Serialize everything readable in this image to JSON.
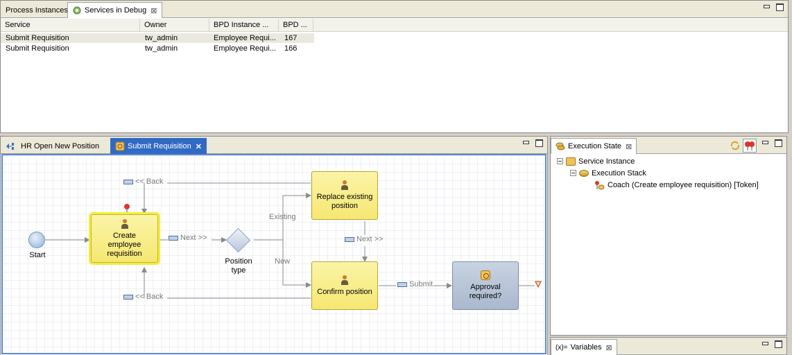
{
  "top_panel": {
    "tabs": [
      {
        "label": "Process Instances"
      },
      {
        "label": "Services in Debug",
        "close": "⊠"
      }
    ],
    "columns": [
      "Service",
      "Owner",
      "BPD Instance ...",
      "BPD ..."
    ],
    "rows": [
      [
        "Submit Requisition",
        "tw_admin",
        "Employee Requi...",
        "167"
      ],
      [
        "Submit Requisition",
        "tw_admin",
        "Employee Requi...",
        "166"
      ]
    ]
  },
  "editor": {
    "tabs": [
      {
        "label": "HR Open New Position"
      },
      {
        "label": "Submit Requisition",
        "close": "✕"
      }
    ],
    "nodes": {
      "start": "Start",
      "create": "Create employee requisition",
      "gateway": "Position type",
      "replace": "Replace existing position",
      "confirm": "Confirm position",
      "approval": "Approval required?"
    },
    "flows": {
      "back_top": "<< Back",
      "back_bottom": "<< Back",
      "next_1": "Next >>",
      "next_2": "Next >>",
      "existing": "Existing",
      "new": "New",
      "submit": "Submit"
    }
  },
  "execution_state": {
    "tab": "Execution State",
    "close": "⊠",
    "tree": {
      "root": "Service Instance",
      "child": "Execution Stack",
      "leaf": "Coach (Create employee requisition) [Token]"
    }
  },
  "variables": {
    "prefix": "(x)=",
    "tab": "Variables",
    "close": "⊠"
  },
  "colors": {
    "active_tab": "#316ac5",
    "task_fill": "#f6e772",
    "selection_glow": "#f2ee3c",
    "decision_fill": "#a9b8ce"
  }
}
